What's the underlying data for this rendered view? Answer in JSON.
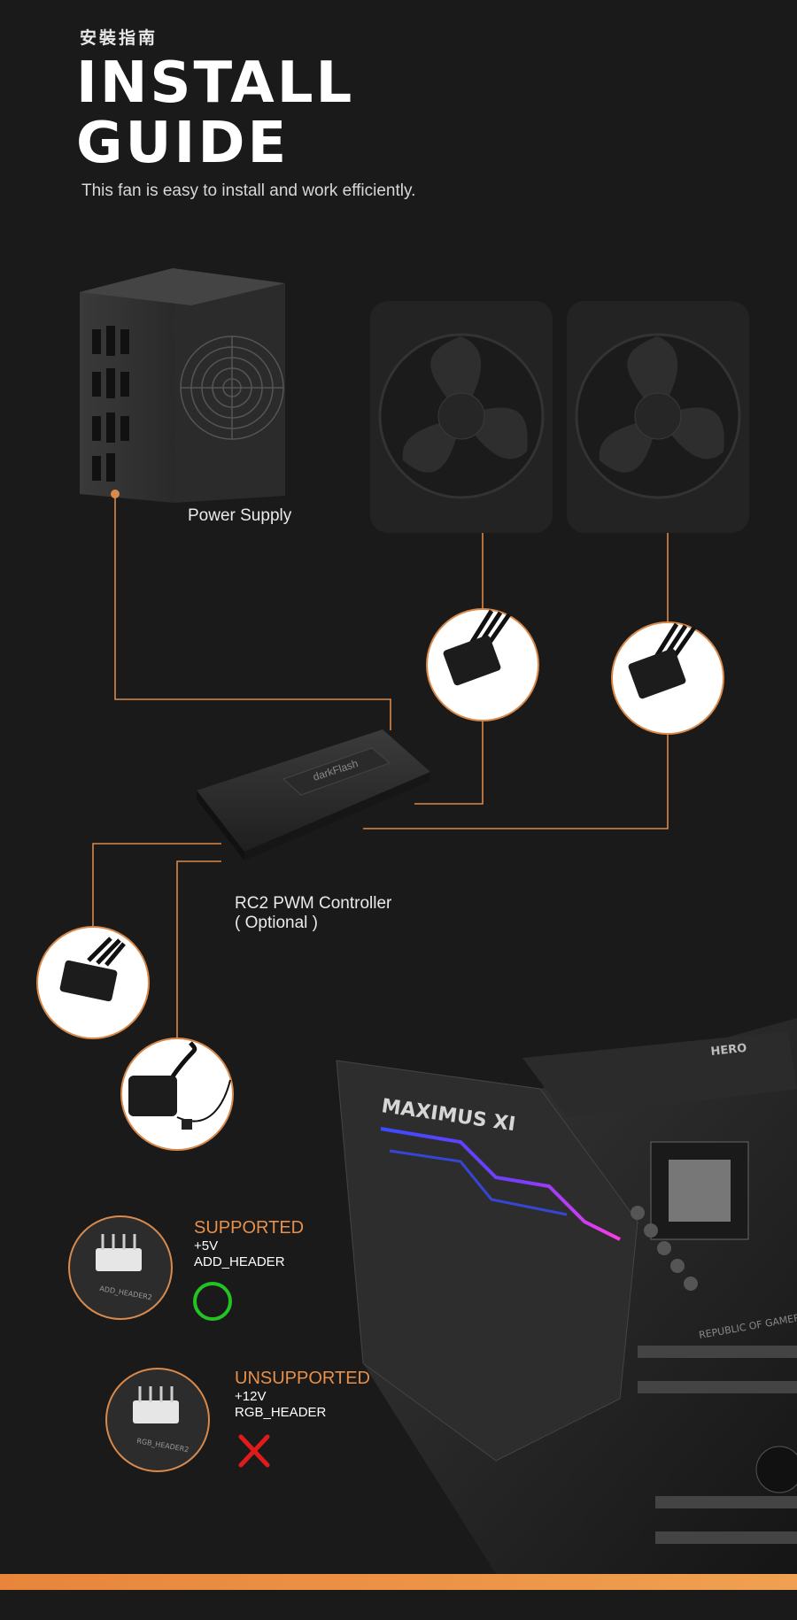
{
  "header": {
    "subtitle_cn": "安裝指南",
    "title_line1": "INSTALL",
    "title_line2": "GUIDE",
    "tagline": "This fan is easy to install and work efficiently."
  },
  "components": {
    "power_supply_label": "Power Supply",
    "controller_label_line1": "RC2 PWM Controller",
    "controller_label_line2": "( Optional )",
    "controller_brand": "darkFlash",
    "motherboard_brand": "MAXIMUS XI",
    "motherboard_model": "HERO",
    "motherboard_series": "REPUBLIC OF GAMERS"
  },
  "headers": {
    "supported": {
      "status": "SUPPORTED",
      "voltage": "+5V",
      "name": "ADD_HEADER",
      "connector_text": "ADD_HEADER2"
    },
    "unsupported": {
      "status": "UNSUPPORTED",
      "voltage": "+12V",
      "name": "RGB_HEADER",
      "connector_text": "RGB_HEADER2"
    }
  },
  "colors": {
    "background": "#1a1a1a",
    "accent": "#e8904a",
    "wire": "#d9894a",
    "supported_icon": "#22c322",
    "unsupported_icon": "#e01b1b"
  }
}
